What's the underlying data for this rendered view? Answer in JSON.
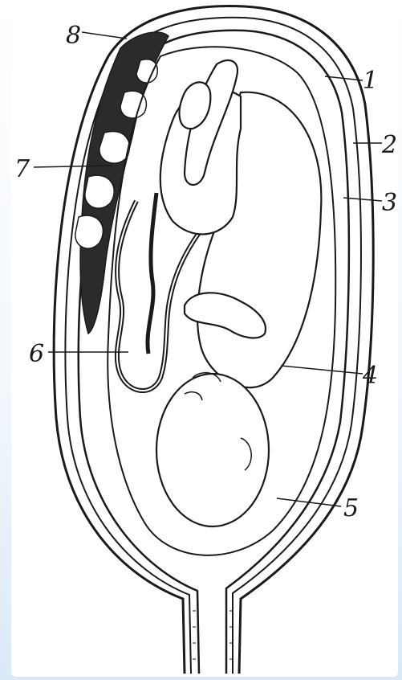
{
  "labels": {
    "l1": "1",
    "l2": "2",
    "l3": "3",
    "l4": "4",
    "l5": "5",
    "l6": "6",
    "l7": "7",
    "l8": "8"
  },
  "colors": {
    "ink": "#1a1a1a",
    "placenta_fill": "#2b2b2b",
    "background": "#ffffff",
    "edge_tint": "#dbe9f7"
  }
}
